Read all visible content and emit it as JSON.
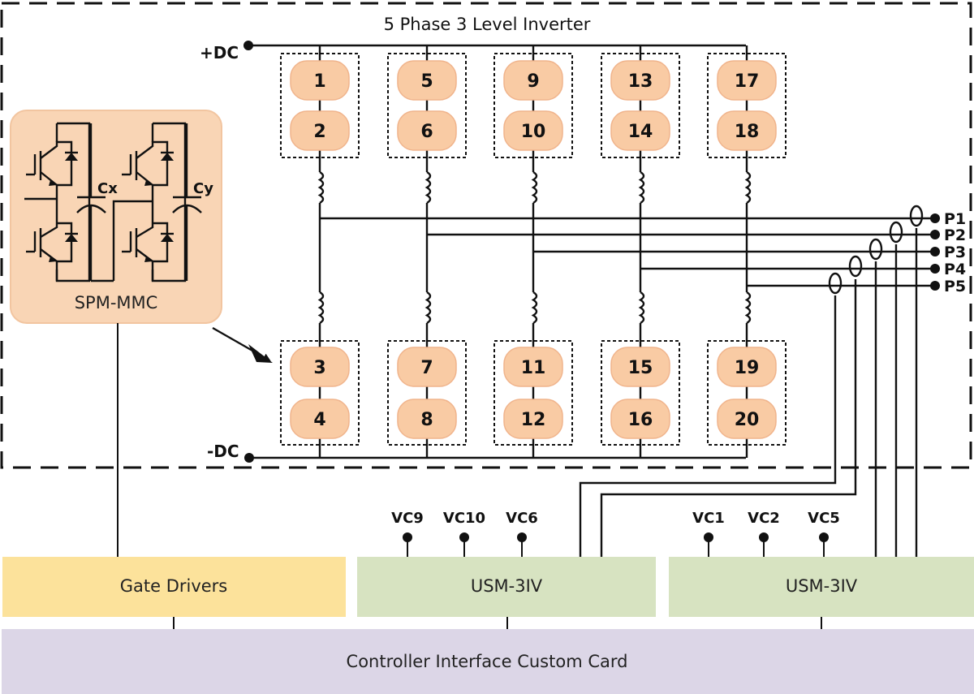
{
  "title": "5 Phase 3 Level Inverter",
  "dc_terminals": {
    "positive": "+DC",
    "negative": "-DC"
  },
  "submodule": {
    "label": "SPM-MMC",
    "capacitors": [
      "Cx",
      "Cy"
    ],
    "fill": "#f9d5b5"
  },
  "legs": [
    {
      "upper": [
        "1",
        "2"
      ],
      "lower": [
        "3",
        "4"
      ]
    },
    {
      "upper": [
        "5",
        "6"
      ],
      "lower": [
        "7",
        "8"
      ]
    },
    {
      "upper": [
        "9",
        "10"
      ],
      "lower": [
        "11",
        "12"
      ]
    },
    {
      "upper": [
        "13",
        "14"
      ],
      "lower": [
        "15",
        "16"
      ]
    },
    {
      "upper": [
        "17",
        "18"
      ],
      "lower": [
        "19",
        "20"
      ]
    }
  ],
  "phase_outputs": [
    "P1",
    "P2",
    "P3",
    "P4",
    "P5"
  ],
  "sensors_left": [
    "VC9",
    "VC10",
    "VC6"
  ],
  "sensors_right": [
    "VC1",
    "VC2",
    "VC5"
  ],
  "blocks": {
    "gate_drivers": {
      "label": "Gate Drivers",
      "fill": "#fce29b"
    },
    "usm_left": {
      "label": "USM-3IV",
      "fill": "#d7e3c1"
    },
    "usm_right": {
      "label": "USM-3IV",
      "fill": "#d7e3c1"
    },
    "controller": {
      "label": "Controller Interface Custom Card",
      "fill": "#dcd6e7"
    }
  },
  "colors": {
    "cell_fill": "#f9cba4",
    "cell_stroke": "#f0b48c",
    "line": "#111111"
  }
}
